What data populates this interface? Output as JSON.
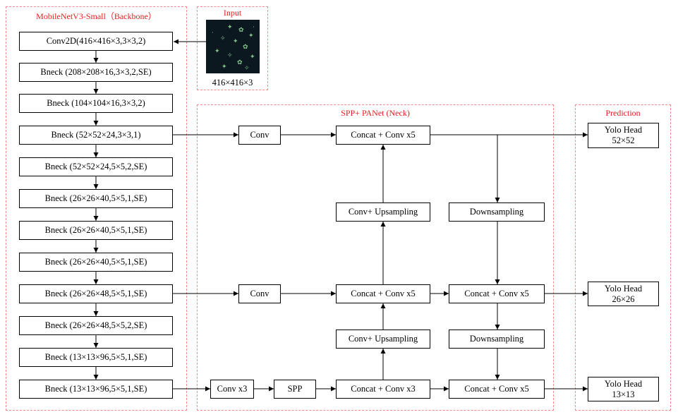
{
  "colors": {
    "group_border": "#f08a8a",
    "group_title": "#e02020",
    "box_border": "#000000",
    "image_bg": "#0b1820"
  },
  "groups": {
    "backbone": "MobileNetV3-Small（Backbone）",
    "input": "Input",
    "neck": "SPP+ PANet (Neck)",
    "prediction": "Prediction"
  },
  "input": {
    "caption": "416×416×3",
    "image_name": "plant-seedling-image"
  },
  "backbone_layers": [
    "Conv2D(416×416×3,3×3,2)",
    "Bneck (208×208×16,3×3,2,SE)",
    "Bneck (104×104×16,3×3,2)",
    "Bneck (52×52×24,3×3,1)",
    "Bneck (52×52×24,5×5,2,SE)",
    "Bneck (26×26×40,5×5,1,SE)",
    "Bneck (26×26×40,5×5,1,SE)",
    "Bneck (26×26×40,5×5,1,SE)",
    "Bneck (26×26×48,5×5,1,SE)",
    "Bneck (26×26×48,5×5,2,SE)",
    "Bneck (13×13×96,5×5,1,SE)",
    "Bneck (13×13×96,5×5,1,SE)"
  ],
  "neck": {
    "conv_top": "Conv",
    "conv_mid": "Conv",
    "conv_x3": "Conv x3",
    "spp": "SPP",
    "concat_top": "Concat + Conv x5",
    "upsample_top": "Conv+ Upsampling",
    "concat_mid": "Concat + Conv x5",
    "upsample_bottom": "Conv+ Upsampling",
    "concat_bottom": "Concat + Conv x3",
    "downsample_top": "Downsampling",
    "concat_mid_right": "Concat + Conv x5",
    "downsample_bottom": "Downsampling",
    "concat_bottom_right": "Concat + Conv x5"
  },
  "heads": [
    {
      "title": "Yolo Head",
      "size": "52×52"
    },
    {
      "title": "Yolo Head",
      "size": "26×26"
    },
    {
      "title": "Yolo Head",
      "size": "13×13"
    }
  ]
}
